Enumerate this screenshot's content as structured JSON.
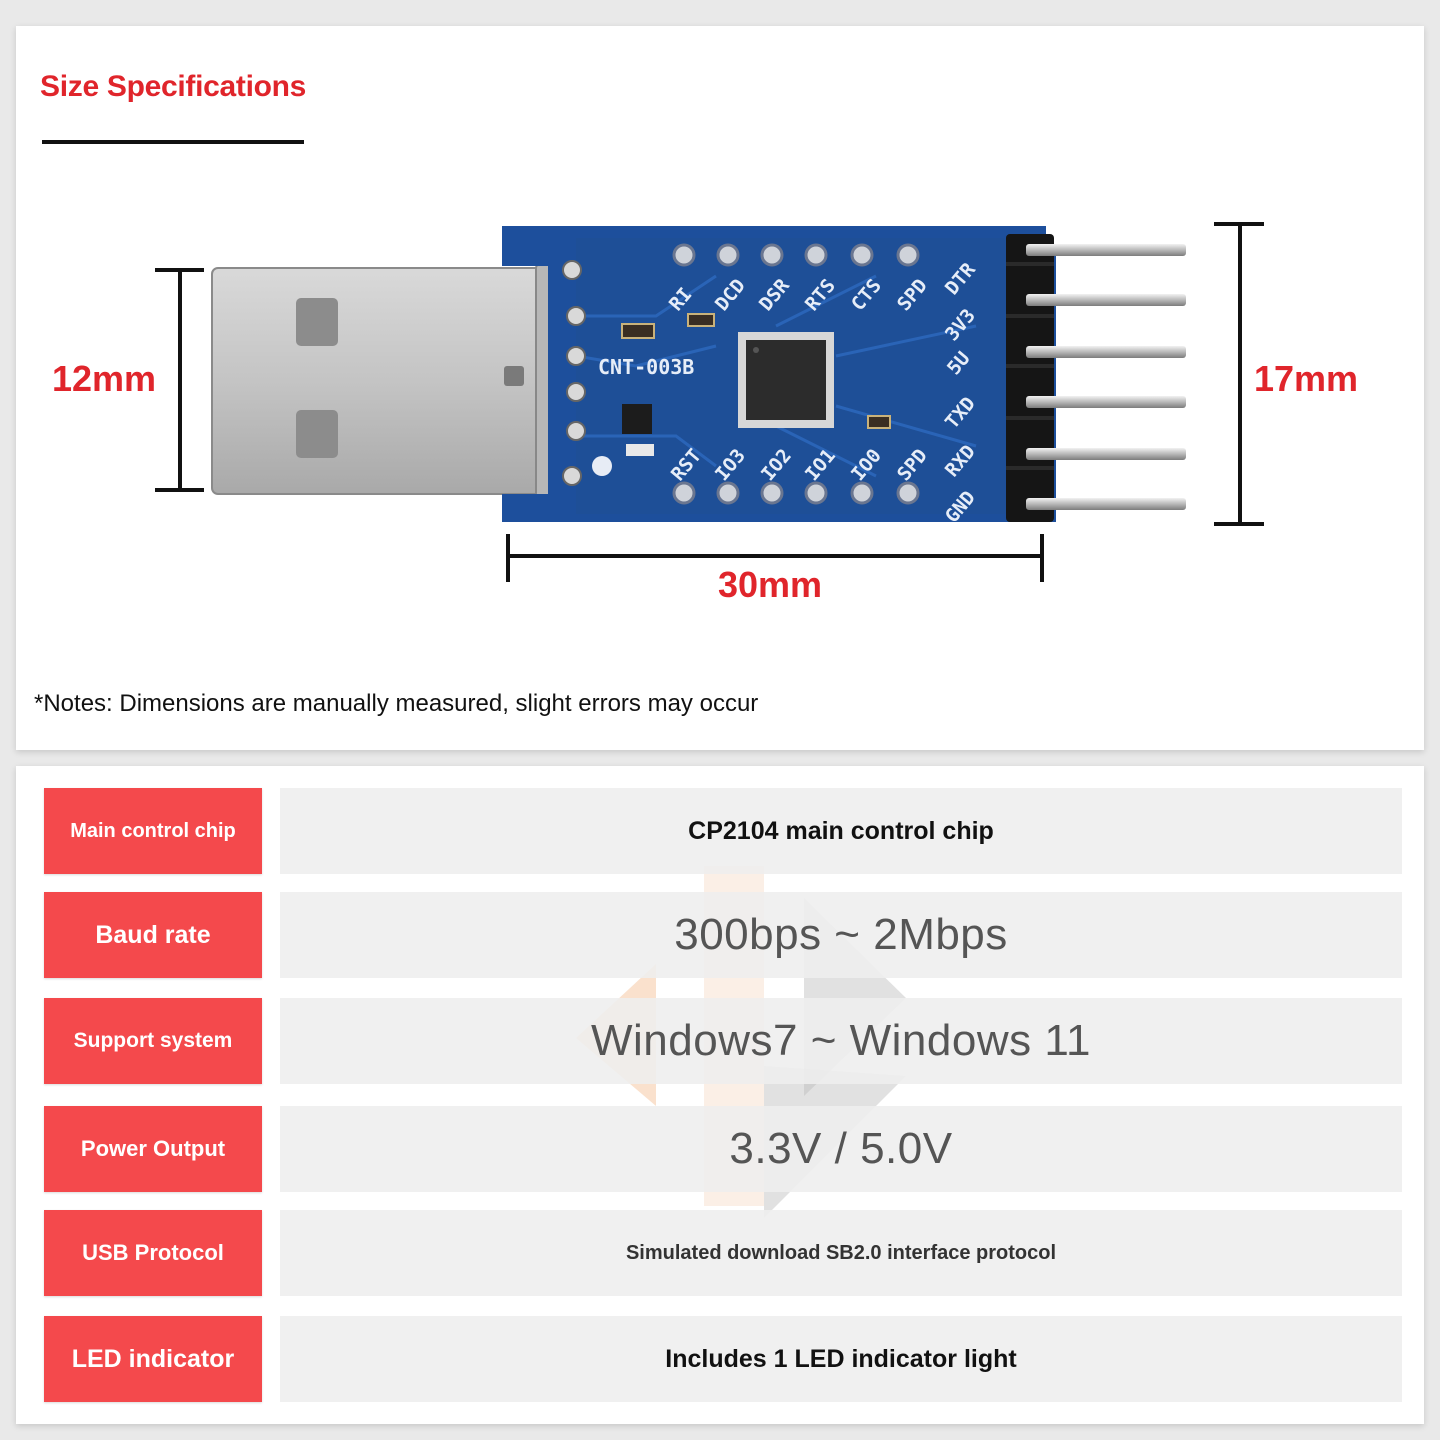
{
  "size_specs": {
    "title": "Size Specifications",
    "usb_height": "12mm",
    "board_height": "17mm",
    "board_length": "30mm",
    "notes": "*Notes: Dimensions are manually measured, slight errors may occur"
  },
  "board_silkscreen": {
    "model": "CNT-003B",
    "top_pins": [
      "RI",
      "DCD",
      "DSR",
      "RTS",
      "CTS",
      "SPD"
    ],
    "right_pins": [
      "DTR",
      "3V3",
      "5U",
      "TXD",
      "RXD",
      "GND"
    ],
    "bottom_pins": [
      "RST",
      "IO3",
      "IO2",
      "IO1",
      "IO0",
      "SPD"
    ]
  },
  "specs": [
    {
      "label": "Main control chip",
      "value": "CP2104 main control chip"
    },
    {
      "label": "Baud rate",
      "value": "300bps ~ 2Mbps"
    },
    {
      "label": "Support system",
      "value": "Windows7 ~ Windows 11"
    },
    {
      "label": "Power Output",
      "value": "3.3V / 5.0V"
    },
    {
      "label": "USB Protocol",
      "value": "Simulated download SB2.0 interface protocol"
    },
    {
      "label": "LED indicator",
      "value": "Includes 1 LED indicator light"
    }
  ],
  "colors": {
    "accent": "#e0252b",
    "label_bg": "#f4494c",
    "pcb_blue": "#1d4f9c",
    "cell_bg": "#eeeeee"
  }
}
